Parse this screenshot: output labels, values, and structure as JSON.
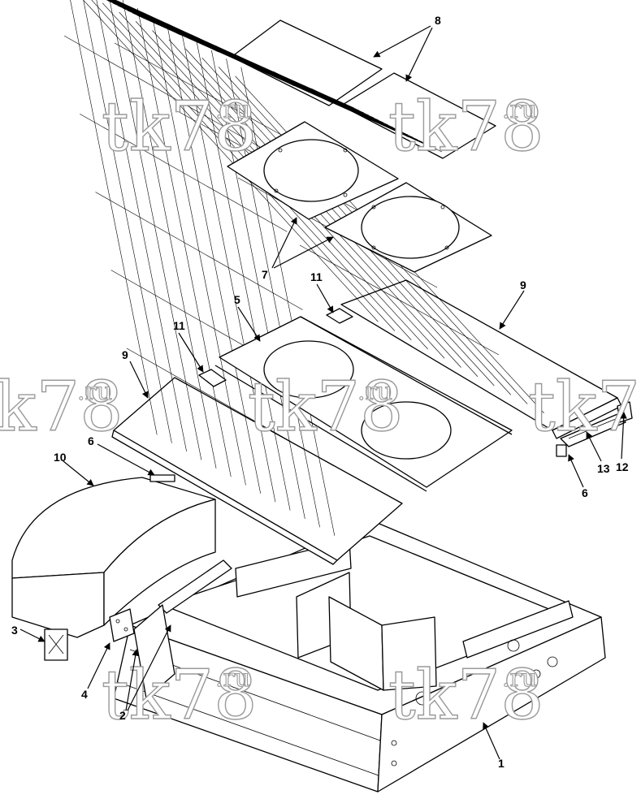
{
  "callouts": [
    "1",
    "2",
    "3",
    "4",
    "5",
    "6",
    "6",
    "7",
    "8",
    "9",
    "9",
    "10",
    "11",
    "11",
    "12",
    "13"
  ],
  "watermark": {
    "main": "tk78",
    "sup": ".ru"
  },
  "colors": {
    "line": "#000000",
    "watermark": "#9a9a9a",
    "background": "#ffffff"
  }
}
